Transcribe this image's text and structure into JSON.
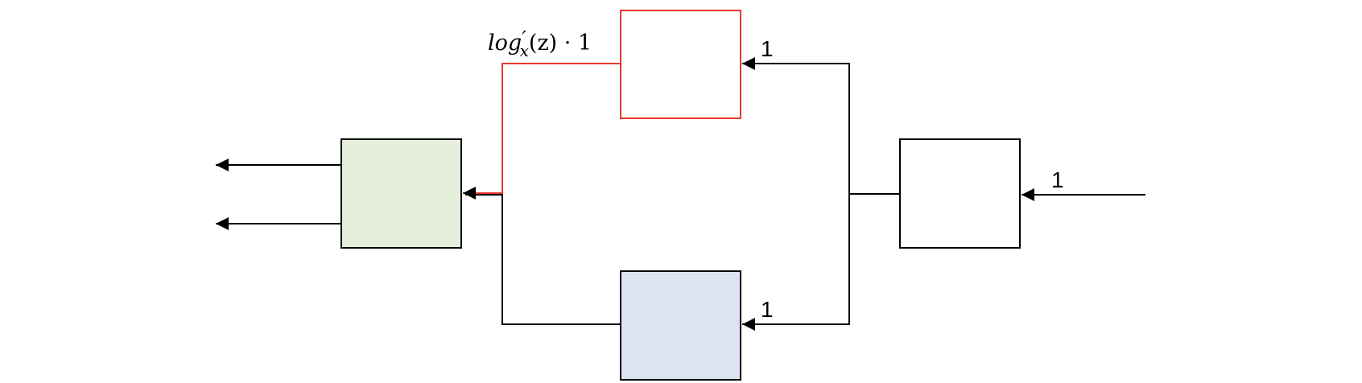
{
  "diagram": {
    "labels": {
      "red_edge": "log",
      "red_edge_sub": "x",
      "red_edge_prime": "′",
      "red_edge_tail": "(z) · 1",
      "top_in": "1",
      "bottom_in": "1",
      "right_in": "1"
    },
    "colors": {
      "red": "#e8392f",
      "black": "#000000",
      "green_fill": "#e6efdc",
      "blue_fill": "#dde3f2",
      "white_fill": "#ffffff"
    }
  }
}
